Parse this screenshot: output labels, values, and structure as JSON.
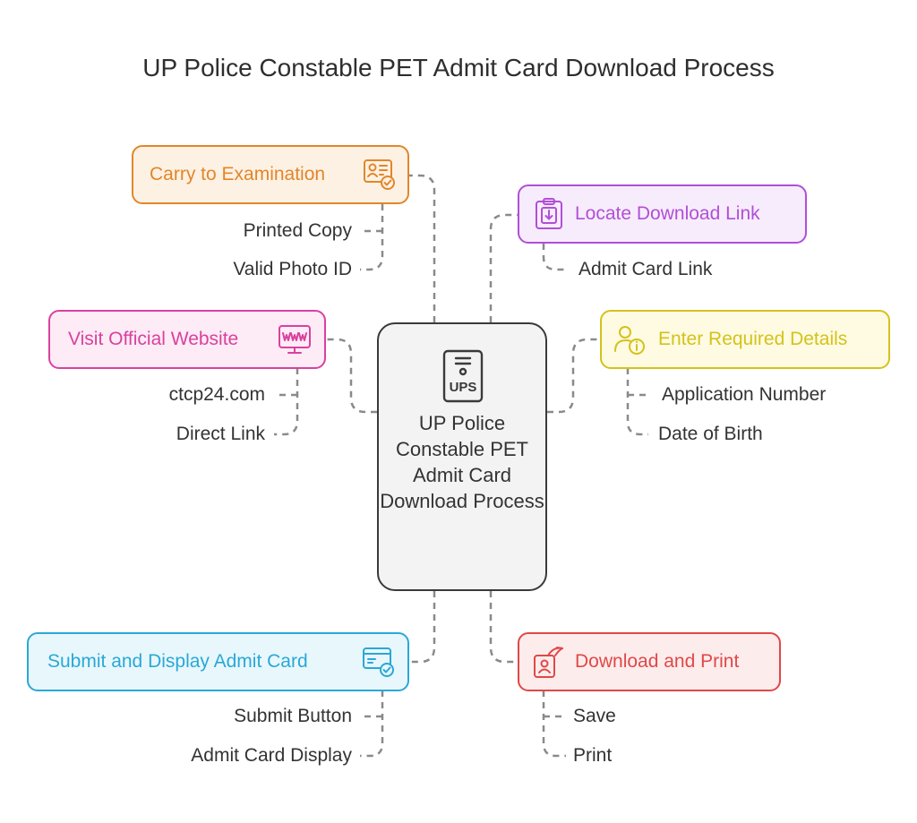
{
  "title": "UP Police Constable PET Admit Card Download Process",
  "center": {
    "label": "UP Police Constable PET Admit Card Download Process",
    "icon": "ups-document-icon",
    "icon_text": "UPS"
  },
  "steps": {
    "carry": {
      "label": "Carry to Examination",
      "icon": "id-card-check-icon",
      "color": "#e2862a",
      "fill": "#fdf1e3",
      "items": [
        "Printed Copy",
        "Valid Photo ID"
      ]
    },
    "locate": {
      "label": "Locate Download Link",
      "icon": "clipboard-download-icon",
      "color": "#b04fd6",
      "fill": "#f7ecfc",
      "items": [
        "Admit Card Link"
      ]
    },
    "visit": {
      "label": "Visit Official Website",
      "icon": "www-monitor-icon",
      "color": "#d9419f",
      "fill": "#fdebf5",
      "items": [
        "ctcp24.com",
        "Direct Link"
      ]
    },
    "enter": {
      "label": "Enter Required Details",
      "icon": "user-info-icon",
      "color": "#d4c21b",
      "fill": "#fefbe2",
      "items": [
        "Application Number",
        "Date of Birth"
      ]
    },
    "submit": {
      "label": "Submit and Display Admit Card",
      "icon": "card-check-icon",
      "color": "#2aa8d6",
      "fill": "#e8f7fc",
      "items": [
        "Submit Button",
        "Admit Card Display"
      ]
    },
    "download": {
      "label": "Download and Print",
      "icon": "signed-id-icon",
      "color": "#e04848",
      "fill": "#fdecec",
      "items": [
        "Save",
        "Print"
      ]
    }
  }
}
